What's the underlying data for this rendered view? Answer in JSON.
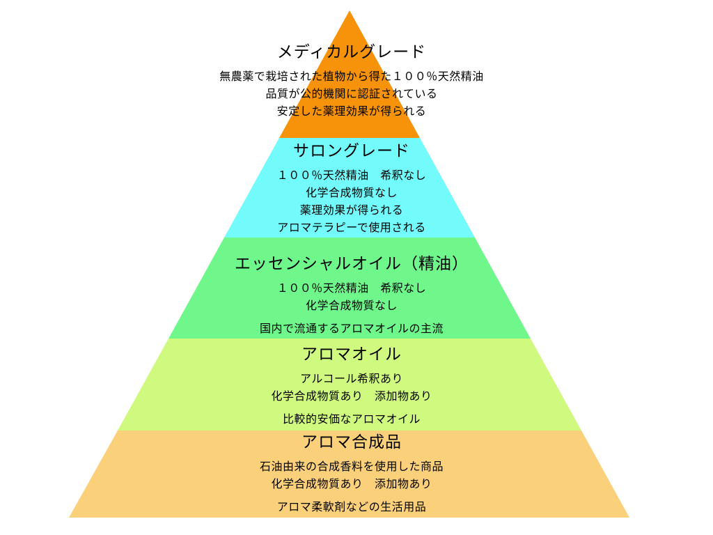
{
  "page": {
    "background_color": "#ffffff",
    "text_color": "#000000"
  },
  "pyramid": {
    "tiers": [
      {
        "id": "medical-grade",
        "color": "#F7920B",
        "title": "メディカルグレード",
        "lines": [
          "無農薬で栽培された植物から得た１００％天然精油",
          "品質が公的機関に認証されている",
          "安定した薬理効果が得られる"
        ]
      },
      {
        "id": "salon-grade",
        "color": "#73FAFA",
        "title": "サロングレード",
        "lines": [
          "１００％天然精油　希釈なし",
          "化学合成物質なし",
          "薬理効果が得られる",
          "アロマテラピーで使用される"
        ]
      },
      {
        "id": "essential-oil",
        "color": "#70F78B",
        "title": "エッセンシャルオイル（精油）",
        "lines": [
          "１００％天然精油　希釈なし",
          "化学合成物質なし",
          "国内で流通するアロマオイルの主流"
        ]
      },
      {
        "id": "aroma-oil",
        "color": "#D0F97F",
        "title": "アロマオイル",
        "lines": [
          "アルコール希釈あり",
          "化学合成物質あり　添加物あり",
          "比較的安価なアロマオイル"
        ]
      },
      {
        "id": "aroma-synthetic",
        "color": "#FBD07B",
        "title": "アロマ合成品",
        "lines": [
          "石油由来の合成香料を使用した商品",
          "化学合成物質あり　添加物あり",
          "アロマ柔軟剤などの生活用品"
        ]
      }
    ]
  }
}
